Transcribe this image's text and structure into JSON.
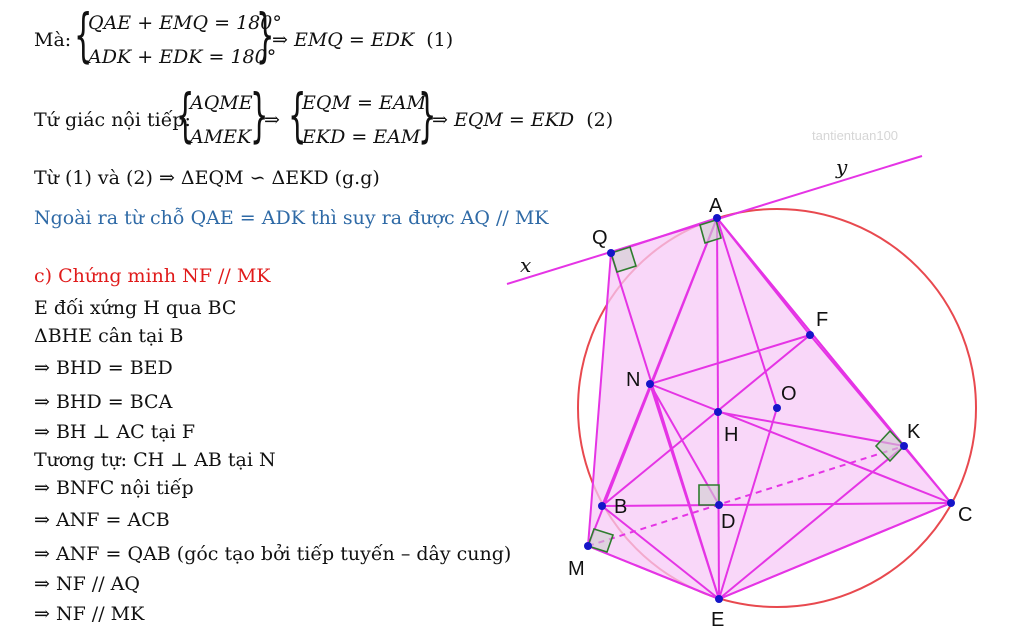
{
  "text": {
    "l1_prefix": "Mà:",
    "l1_eq_top": "QAE + EMQ = 180°",
    "l1_eq_bot": "ADK + EDK = 180°",
    "l1_result": "⇒ EMQ = EDK",
    "l1_num": "(1)",
    "l2_prefix": "Tứ giác nội tiếp:",
    "l2_set_top": "AQME",
    "l2_set_bot": "AMEK",
    "l2_mid_top": "EQM = EAM",
    "l2_mid_bot": "EKD = EAM",
    "l2_result": "⇒ EQM = EKD",
    "l2_num": "(2)",
    "l3": "Từ (1) và (2) ⇒ ΔEQM ∽ ΔEKD (g.g)",
    "l4": "Ngoài ra từ chỗ QAE = ADK thì suy ra được AQ // MK",
    "c_title": "c) Chứng minh NF // MK",
    "s1": "E đối xứng H qua BC",
    "s2": "ΔBHE cân tại B",
    "s3": "⇒ BHD = BED",
    "s4": "⇒ BHD = BCA",
    "s5": "⇒ BH ⊥ AC tại F",
    "s6": "Tương tự: CH ⊥ AB tại N",
    "s7": "⇒ BNFC nội tiếp",
    "s8": "⇒ ANF = ACB",
    "s9": "⇒ ANF = QAB (góc tạo bởi tiếp tuyến – dây cung)",
    "s10": "⇒ NF // AQ",
    "s11": "⇒ NF // MK"
  },
  "figure": {
    "watermark": "tantientuan100",
    "points": [
      "A",
      "Q",
      "F",
      "N",
      "O",
      "H",
      "K",
      "B",
      "D",
      "C",
      "M",
      "E"
    ],
    "tangent_labels": [
      "x",
      "y"
    ],
    "colors": {
      "lines": "#e534e5",
      "fill": "#f7c9f7",
      "circle": "#e8494f",
      "points": "#1515c8",
      "right_angle": "#2e7d2e"
    }
  }
}
